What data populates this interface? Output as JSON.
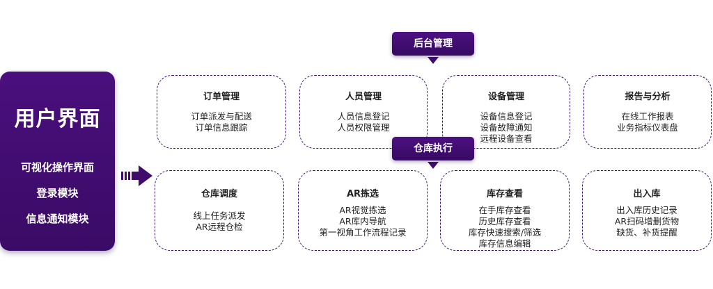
{
  "user_interface": {
    "title": "用户界面",
    "items": [
      "可视化操作界面",
      "登录模块",
      "信息通知模块"
    ]
  },
  "sections": {
    "backend": {
      "label": "后台管理"
    },
    "warehouse": {
      "label": "仓库执行"
    }
  },
  "backend_modules": [
    {
      "title": "订单管理",
      "lines": [
        "订单派发与配送",
        "订单信息跟踪"
      ]
    },
    {
      "title": "人员管理",
      "lines": [
        "人员信息登记",
        "人员权限管理"
      ]
    },
    {
      "title": "设备管理",
      "lines": [
        "设备信息登记",
        "设备故障通知",
        "远程设备查看"
      ]
    },
    {
      "title": "报告与分析",
      "lines": [
        "在线工作报表",
        "业务指标仪表盘"
      ]
    }
  ],
  "warehouse_modules": [
    {
      "title": "仓库调度",
      "lines": [
        "线上任务派发",
        "AR远程仓检"
      ]
    },
    {
      "title": "AR拣选",
      "lines": [
        "AR视觉拣选",
        "AR库内导航",
        "第一视角工作流程记录"
      ]
    },
    {
      "title": "库存查看",
      "lines": [
        "在手库存查看",
        "历史库存查看",
        "库存快速搜索/筛选",
        "库存信息编辑"
      ]
    },
    {
      "title": "出入库",
      "lines": [
        "出入库历史记录",
        "AR扫码增删货物",
        "缺货、补货提醒"
      ]
    }
  ],
  "colors": {
    "primary": "#3f0c6c",
    "dash": "#3d1270"
  }
}
